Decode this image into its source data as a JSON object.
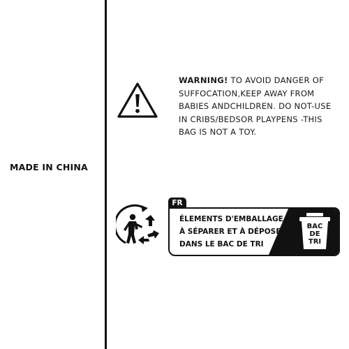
{
  "origin": {
    "made_in": "MADE IN CHINA"
  },
  "warning": {
    "icon": "warning-triangle-icon",
    "heading": "WARNING!",
    "lines": [
      " TO AVOID DANGER OF",
      "SUFFOCATION,KEEP AWAY FROM",
      "BABIES ANDCHILDREN. DO NOT-USE",
      "IN CRIBS/BEDSOR PLAYPENS -THIS",
      "BAG IS NOT A TOY."
    ]
  },
  "recycling": {
    "icon": "triman-icon",
    "language_tab": "FR",
    "lines": [
      "ÉLEMENTS D'EMBALLAGE",
      "À SÉPARER ET À DÉPOSER",
      "DANS LE BAC DE TRI"
    ],
    "bin_icon": "sorting-bin-icon",
    "bin_label": [
      "BAC",
      "DE",
      "TRI"
    ]
  },
  "colors": {
    "ink": "#111111",
    "background": "#ffffff"
  }
}
